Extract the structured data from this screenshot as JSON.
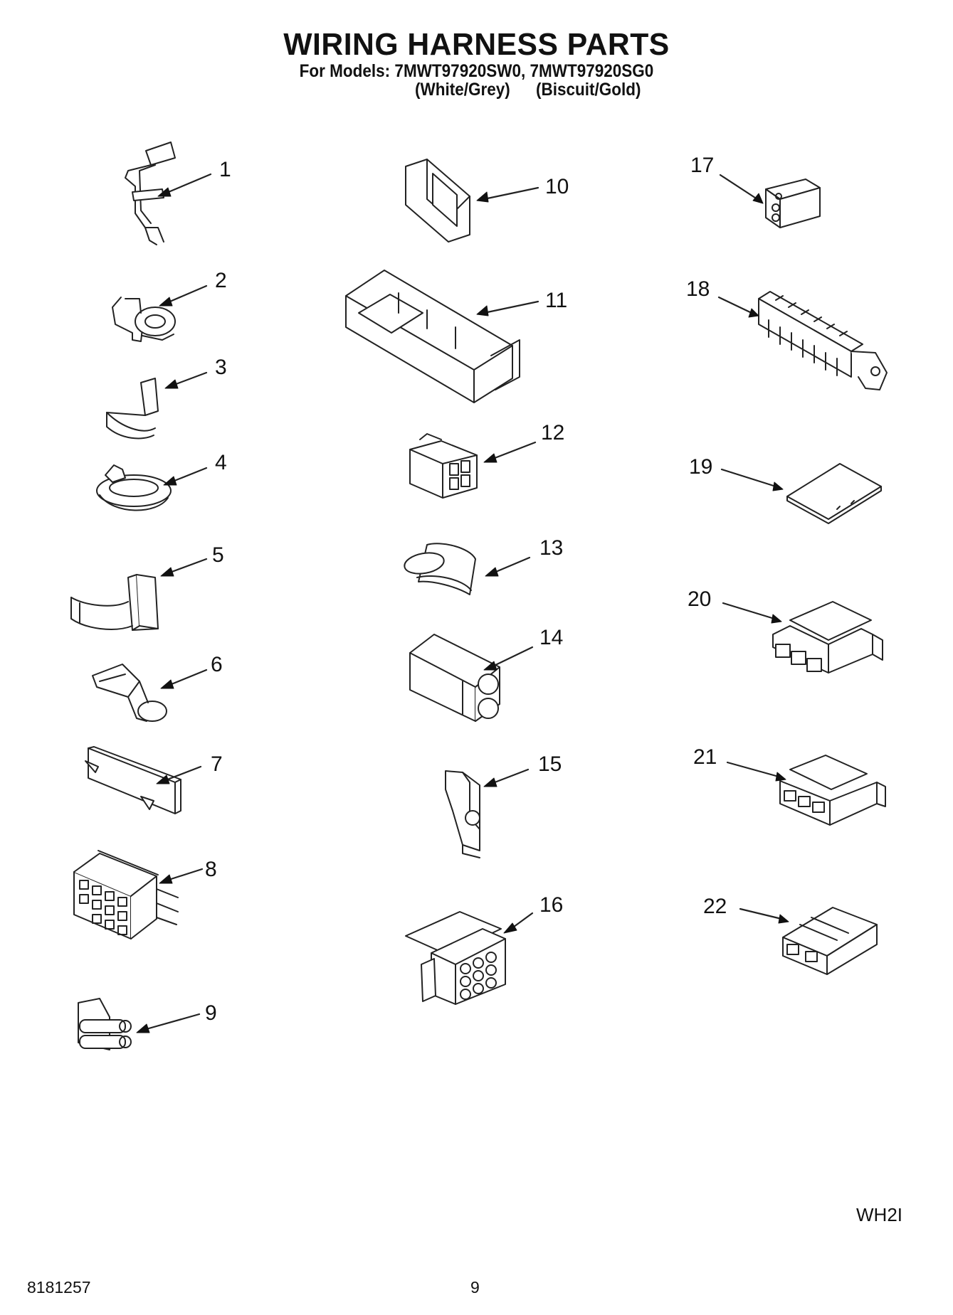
{
  "header": {
    "title": "WIRING HARNESS PARTS",
    "models_line": "For Models: 7MWT97920SW0, 7MWT97920SG0",
    "color_a": "(White/Grey)",
    "color_b": "(Biscuit/Gold)"
  },
  "callouts": {
    "n1": "1",
    "n2": "2",
    "n3": "3",
    "n4": "4",
    "n5": "5",
    "n6": "6",
    "n7": "7",
    "n8": "8",
    "n9": "9",
    "n10": "10",
    "n11": "11",
    "n12": "12",
    "n13": "13",
    "n14": "14",
    "n15": "15",
    "n16": "16",
    "n17": "17",
    "n18": "18",
    "n19": "19",
    "n20": "20",
    "n21": "21",
    "n22": "22"
  },
  "footer": {
    "section_code": "WH2I",
    "document_number": "8181257",
    "page_number": "9"
  }
}
